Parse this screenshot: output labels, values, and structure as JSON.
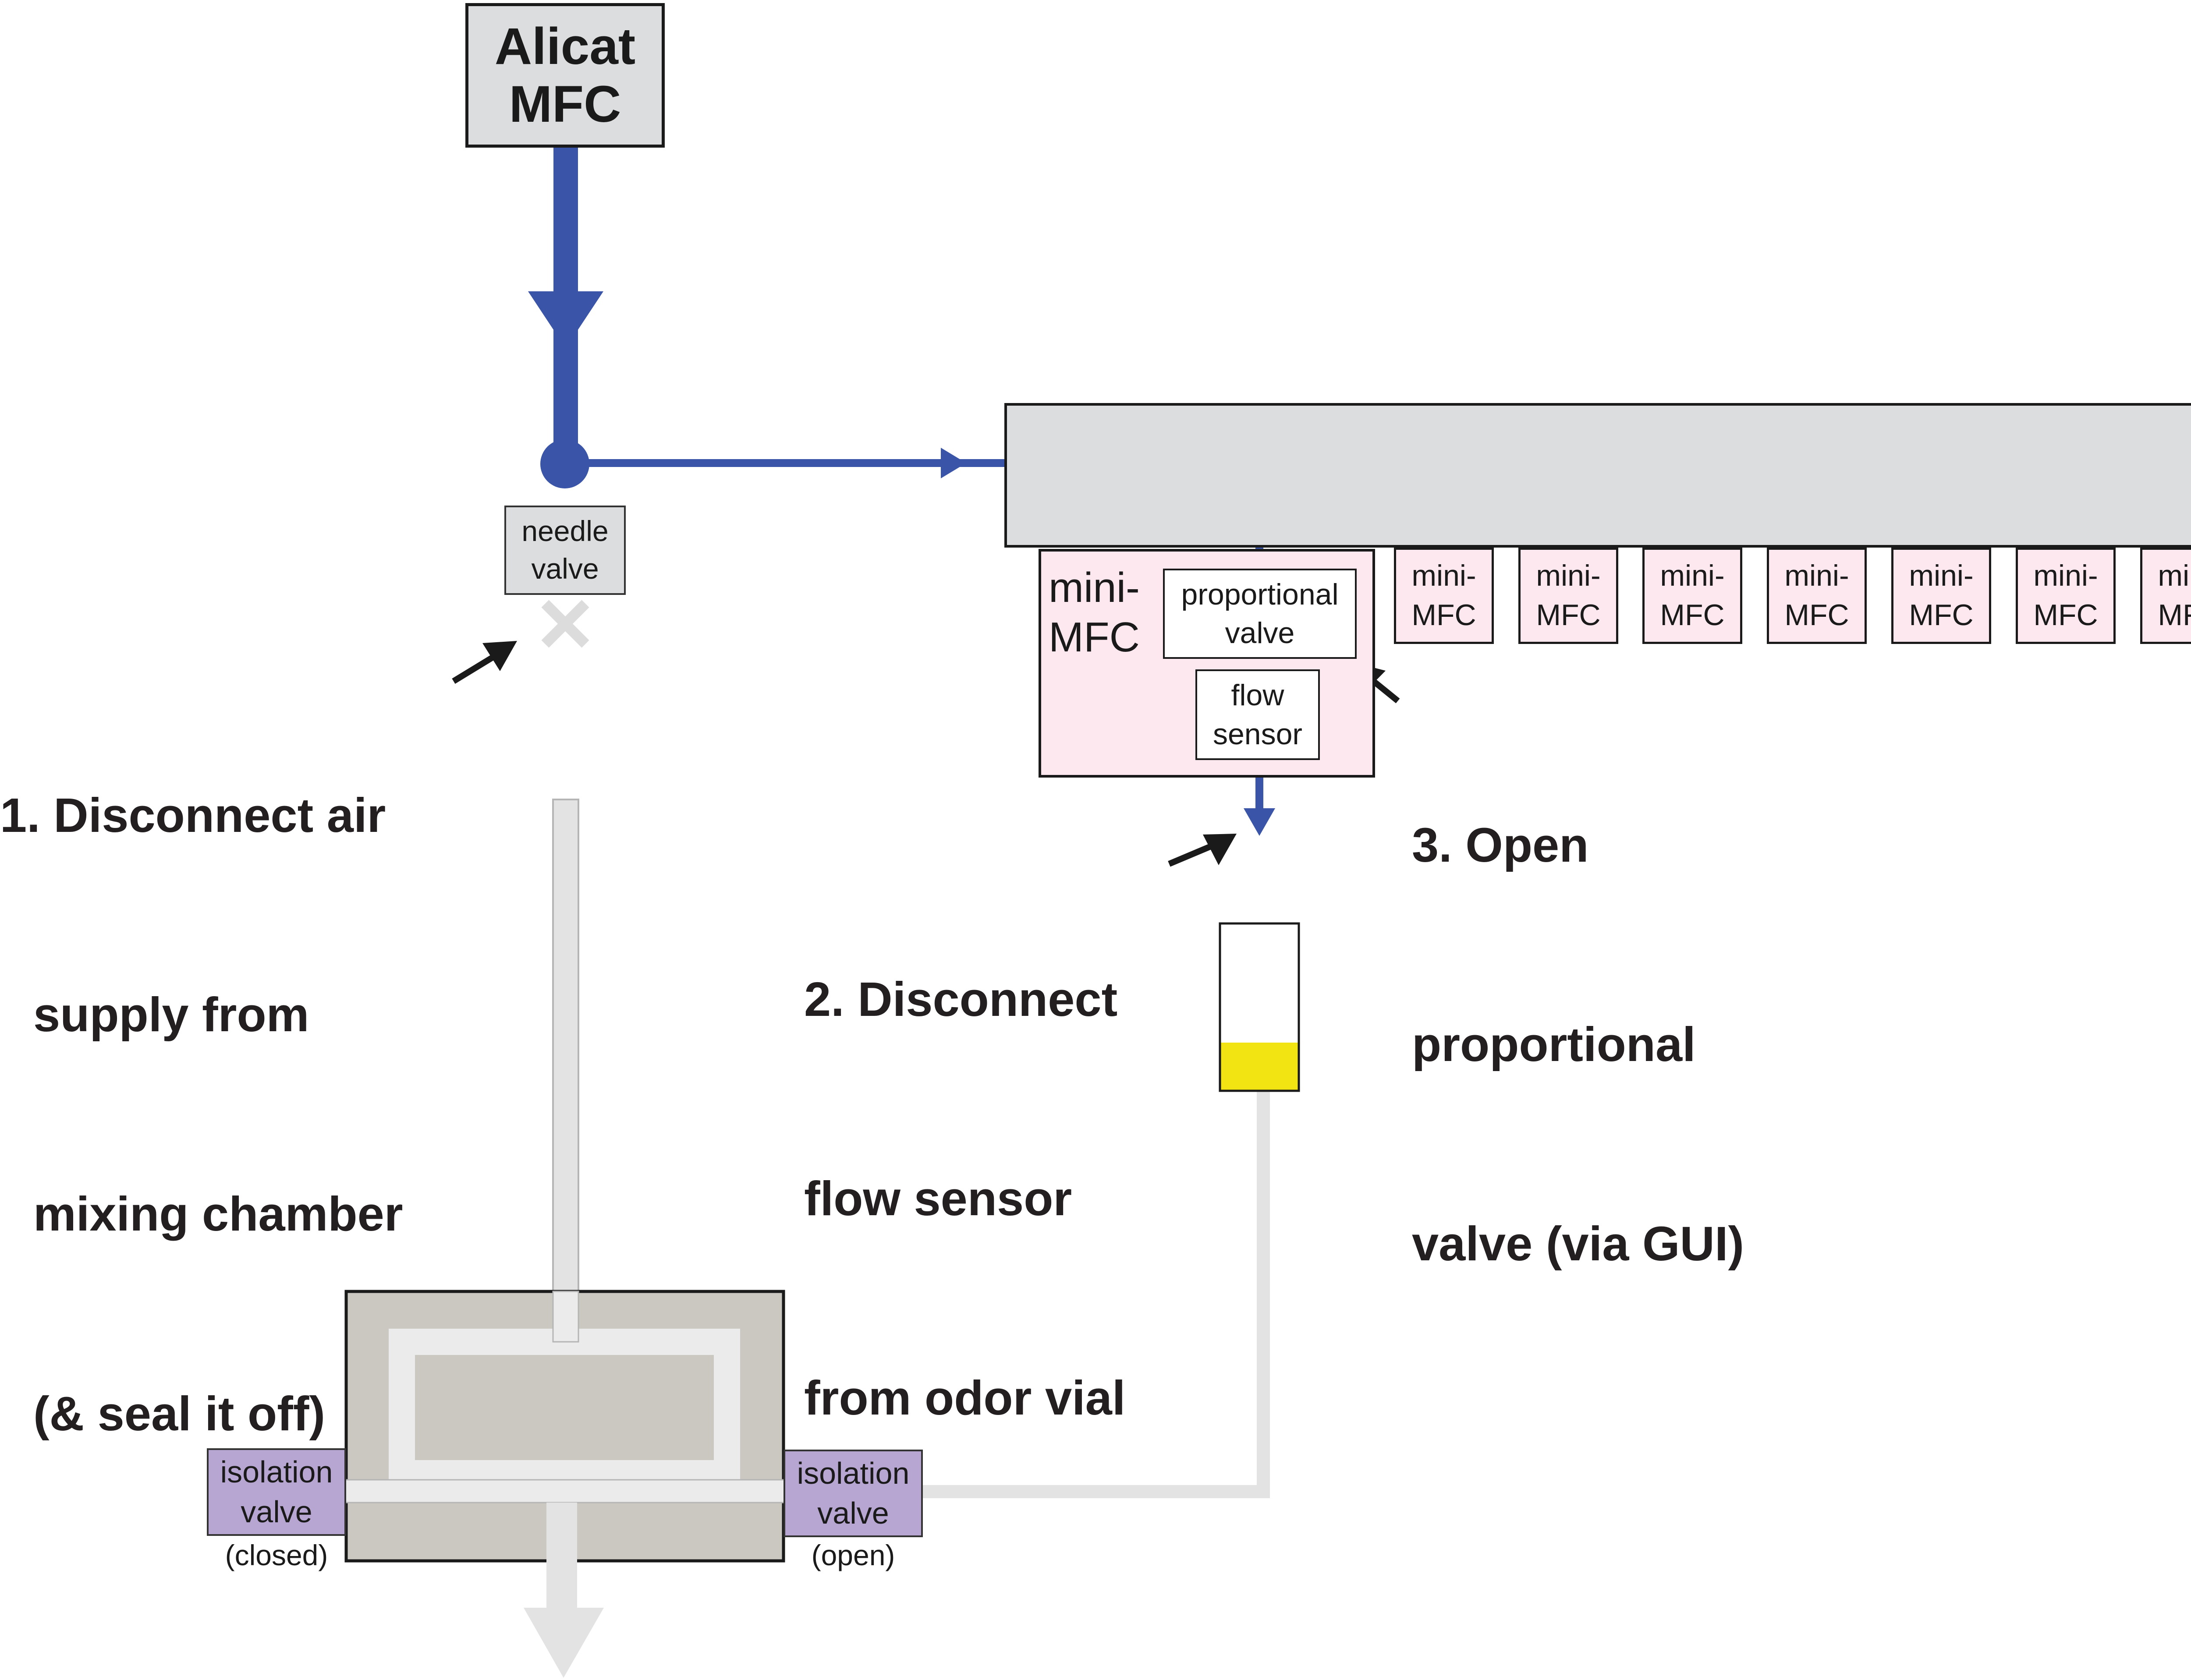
{
  "alicat_mfc": {
    "line1": "Alicat",
    "line2": "MFC"
  },
  "needle_valve": {
    "line1": "needle",
    "line2": "valve"
  },
  "mini_mfc_main": {
    "line1": "mini-",
    "line2": "MFC",
    "proportional_valve": {
      "line1": "proportional",
      "line2": "valve"
    },
    "flow_sensor": {
      "line1": "flow",
      "line2": "sensor"
    }
  },
  "mini_mfcs": [
    {
      "line1": "mini-",
      "line2": "MFC"
    },
    {
      "line1": "mini-",
      "line2": "MFC"
    },
    {
      "line1": "mini-",
      "line2": "MFC"
    },
    {
      "line1": "mini-",
      "line2": "MFC"
    },
    {
      "line1": "mini-",
      "line2": "MFC"
    },
    {
      "line1": "mini-",
      "line2": "MFC"
    },
    {
      "line1": "mini-",
      "line2": "MFC"
    }
  ],
  "isolation_valves": [
    {
      "line1": "isolation",
      "line2": "valve",
      "state": "(closed)"
    },
    {
      "line1": "isolation",
      "line2": "valve",
      "state": "(open)"
    }
  ],
  "steps": {
    "step1": {
      "lines": [
        "1. Disconnect air",
        "supply from",
        "mixing chamber",
        "(& seal it off)"
      ]
    },
    "step2": {
      "lines": [
        "2. Disconnect",
        "flow sensor",
        "from odor vial"
      ]
    },
    "step3": {
      "lines": [
        "3. Open",
        "proportional",
        "valve (via GUI)"
      ]
    }
  },
  "colors": {
    "active_flow": "#3a55a7",
    "inactive_flow": "#e3e3e3",
    "odor_liquid": "#f2e313",
    "chamber": "#cbc7c1",
    "isolation_valve": "#b8a6d2",
    "mini_mfc": "#fde8ef",
    "device_gray": "#dcdddf"
  }
}
